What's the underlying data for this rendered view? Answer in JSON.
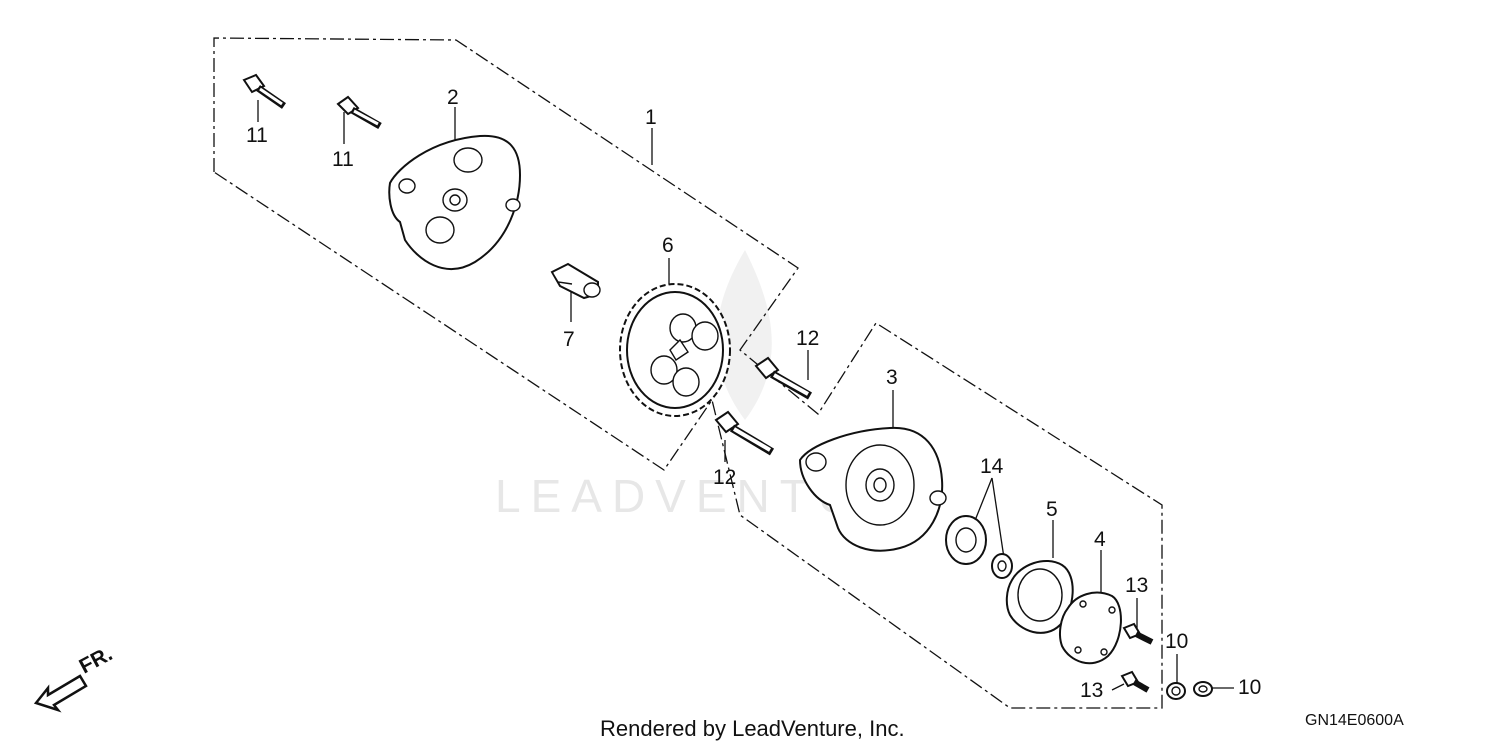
{
  "callouts": [
    {
      "id": "c1",
      "label": "1"
    },
    {
      "id": "c2",
      "label": "2"
    },
    {
      "id": "c3",
      "label": "3"
    },
    {
      "id": "c4",
      "label": "4"
    },
    {
      "id": "c5",
      "label": "5"
    },
    {
      "id": "c6",
      "label": "6"
    },
    {
      "id": "c7",
      "label": "7"
    },
    {
      "id": "c10a",
      "label": "10"
    },
    {
      "id": "c10b",
      "label": "10"
    },
    {
      "id": "c11a",
      "label": "11"
    },
    {
      "id": "c11b",
      "label": "11"
    },
    {
      "id": "c12a",
      "label": "12"
    },
    {
      "id": "c12b",
      "label": "12"
    },
    {
      "id": "c13a",
      "label": "13"
    },
    {
      "id": "c13b",
      "label": "13"
    },
    {
      "id": "c14",
      "label": "14"
    }
  ],
  "direction_label": "FR.",
  "watermark": "LEADVENTURE",
  "footer": {
    "rendered_by": "Rendered by LeadVenture, Inc.",
    "drawing_code": "GN14E0600A"
  }
}
